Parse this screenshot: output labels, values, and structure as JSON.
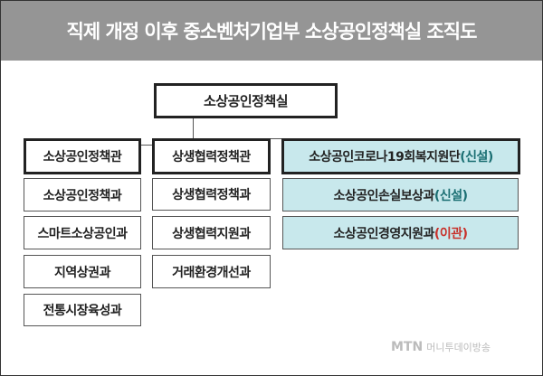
{
  "title": "직제 개정 이후 중소벤처기업부 소상공인정책실 조직도",
  "root": "소상공인정책실",
  "columns": [
    {
      "head": "소상공인정책관",
      "items": [
        "소상공인정책과",
        "스마트소상공인과",
        "지역상권과",
        "전통시장육성과"
      ]
    },
    {
      "head": "상생협력정책관",
      "items": [
        "상생협력정책과",
        "상생협력지원과",
        "거래환경개선과"
      ]
    },
    {
      "head": {
        "name": "소상공인코로나19회복지원단",
        "tag": "(신설)"
      },
      "items": [
        {
          "name": "소상공인손실보상과",
          "tag": "(신설)"
        },
        {
          "name": "소상공인경영지원과",
          "tag": "(이관)"
        }
      ]
    }
  ],
  "logo": {
    "brand": "MTN",
    "sub": "머니투데이방송"
  },
  "colors": {
    "header": "#959595",
    "teal": "#c8e8ec",
    "new": "#1a6e72",
    "moved": "#c8312b"
  }
}
